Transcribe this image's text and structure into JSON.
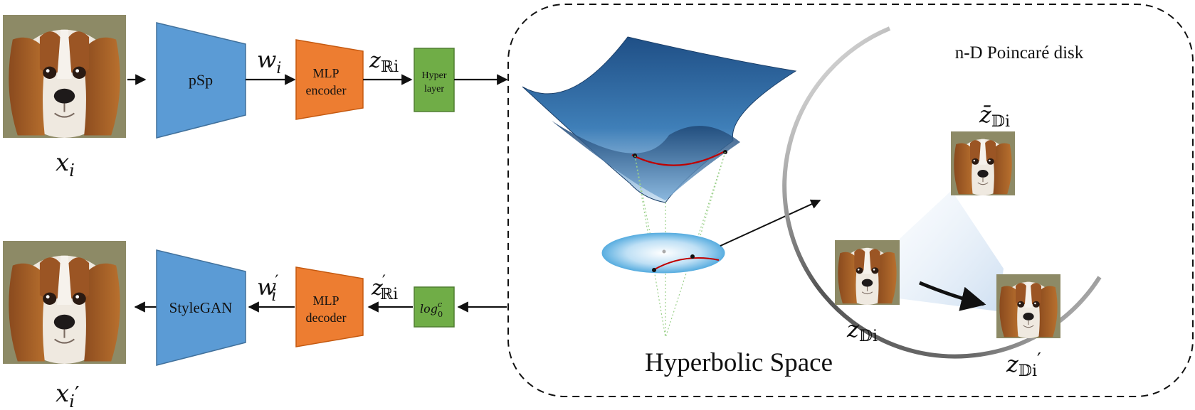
{
  "encoder": {
    "input_label": "x",
    "input_sub": "i",
    "psp_label": "pSp",
    "w_label": "w",
    "w_sub": "i",
    "mlp_label_1": "MLP",
    "mlp_label_2": "encoder",
    "z_label": "z",
    "z_sub": "ℝi",
    "hyper_label_1": "Hyper",
    "hyper_label_2": "layer"
  },
  "decoder": {
    "output_label": "x",
    "output_sub": "i",
    "output_prime": "′",
    "stylegan_label": "StyleGAN",
    "w_label": "w",
    "w_sup": "′",
    "w_sub": "i",
    "mlp_label_1": "MLP",
    "mlp_label_2": "decoder",
    "z_label": "z",
    "z_sup": "′",
    "z_sub": "ℝi",
    "log_label": "log",
    "log_sup": "c",
    "log_sub": "0"
  },
  "hyperbolic": {
    "title": "Hyperbolic Space",
    "disk_title": "n-D Poincaré disk",
    "zbar_label": "z̄",
    "zbar_sub": "𝔻i",
    "z_label": "z",
    "z_sub": "𝔻i",
    "zprime_label": "z",
    "zprime_sub": "𝔻i",
    "zprime_mark": "′"
  },
  "colors": {
    "blue_block": "#5b9bd5",
    "orange_block": "#ed7d31",
    "green_block": "#70ad47",
    "geodesic_red": "#c00000"
  },
  "icons": [
    "dog-face-image"
  ]
}
